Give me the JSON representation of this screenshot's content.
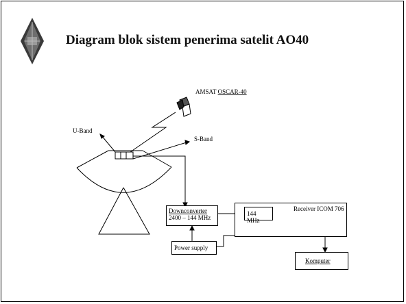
{
  "slide": {
    "title": "Diagram blok sistem penerima satelit AO40"
  },
  "diagram": {
    "satellite_label": "AMSAT OSCAR-40",
    "satellite_label_prefix": "AMSAT ",
    "satellite_label_name": "OSCAR-40",
    "u_band": "U-Band",
    "s_band": "S-Band",
    "downconverter_line1": "Downconverter",
    "downconverter_line2": "2400 – 144 MHz",
    "receiver_label": "Receiver ICOM 706",
    "freq_label": "144 MHz",
    "power_supply": "Power supply",
    "komputer": "Komputer"
  },
  "colors": {
    "line": "#000000",
    "logo_dark": "#3a3a3a",
    "logo_mid": "#8a8a8a"
  }
}
